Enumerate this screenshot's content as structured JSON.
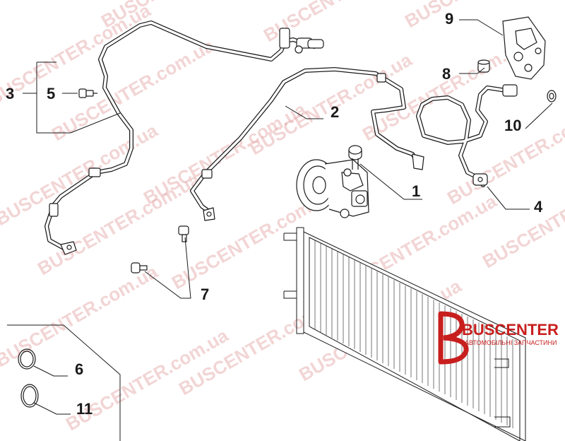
{
  "callouts": {
    "c1": "1",
    "c2": "2",
    "c3": "3",
    "c4": "4",
    "c5": "5",
    "c6": "6",
    "c7": "7",
    "c8": "8",
    "c9": "9",
    "c10": "10",
    "c11": "11"
  },
  "watermark": {
    "text": "BUSCENTER.com.ua"
  },
  "logo": {
    "name": "BUSCENTER",
    "tagline": "АВТОМОБІЛЬНІ ЗАПЧАСТИНИ"
  },
  "colors": {
    "ink": "#1a1a1a",
    "watermark": "#e4a3a3",
    "brand": "#c81e1e"
  }
}
